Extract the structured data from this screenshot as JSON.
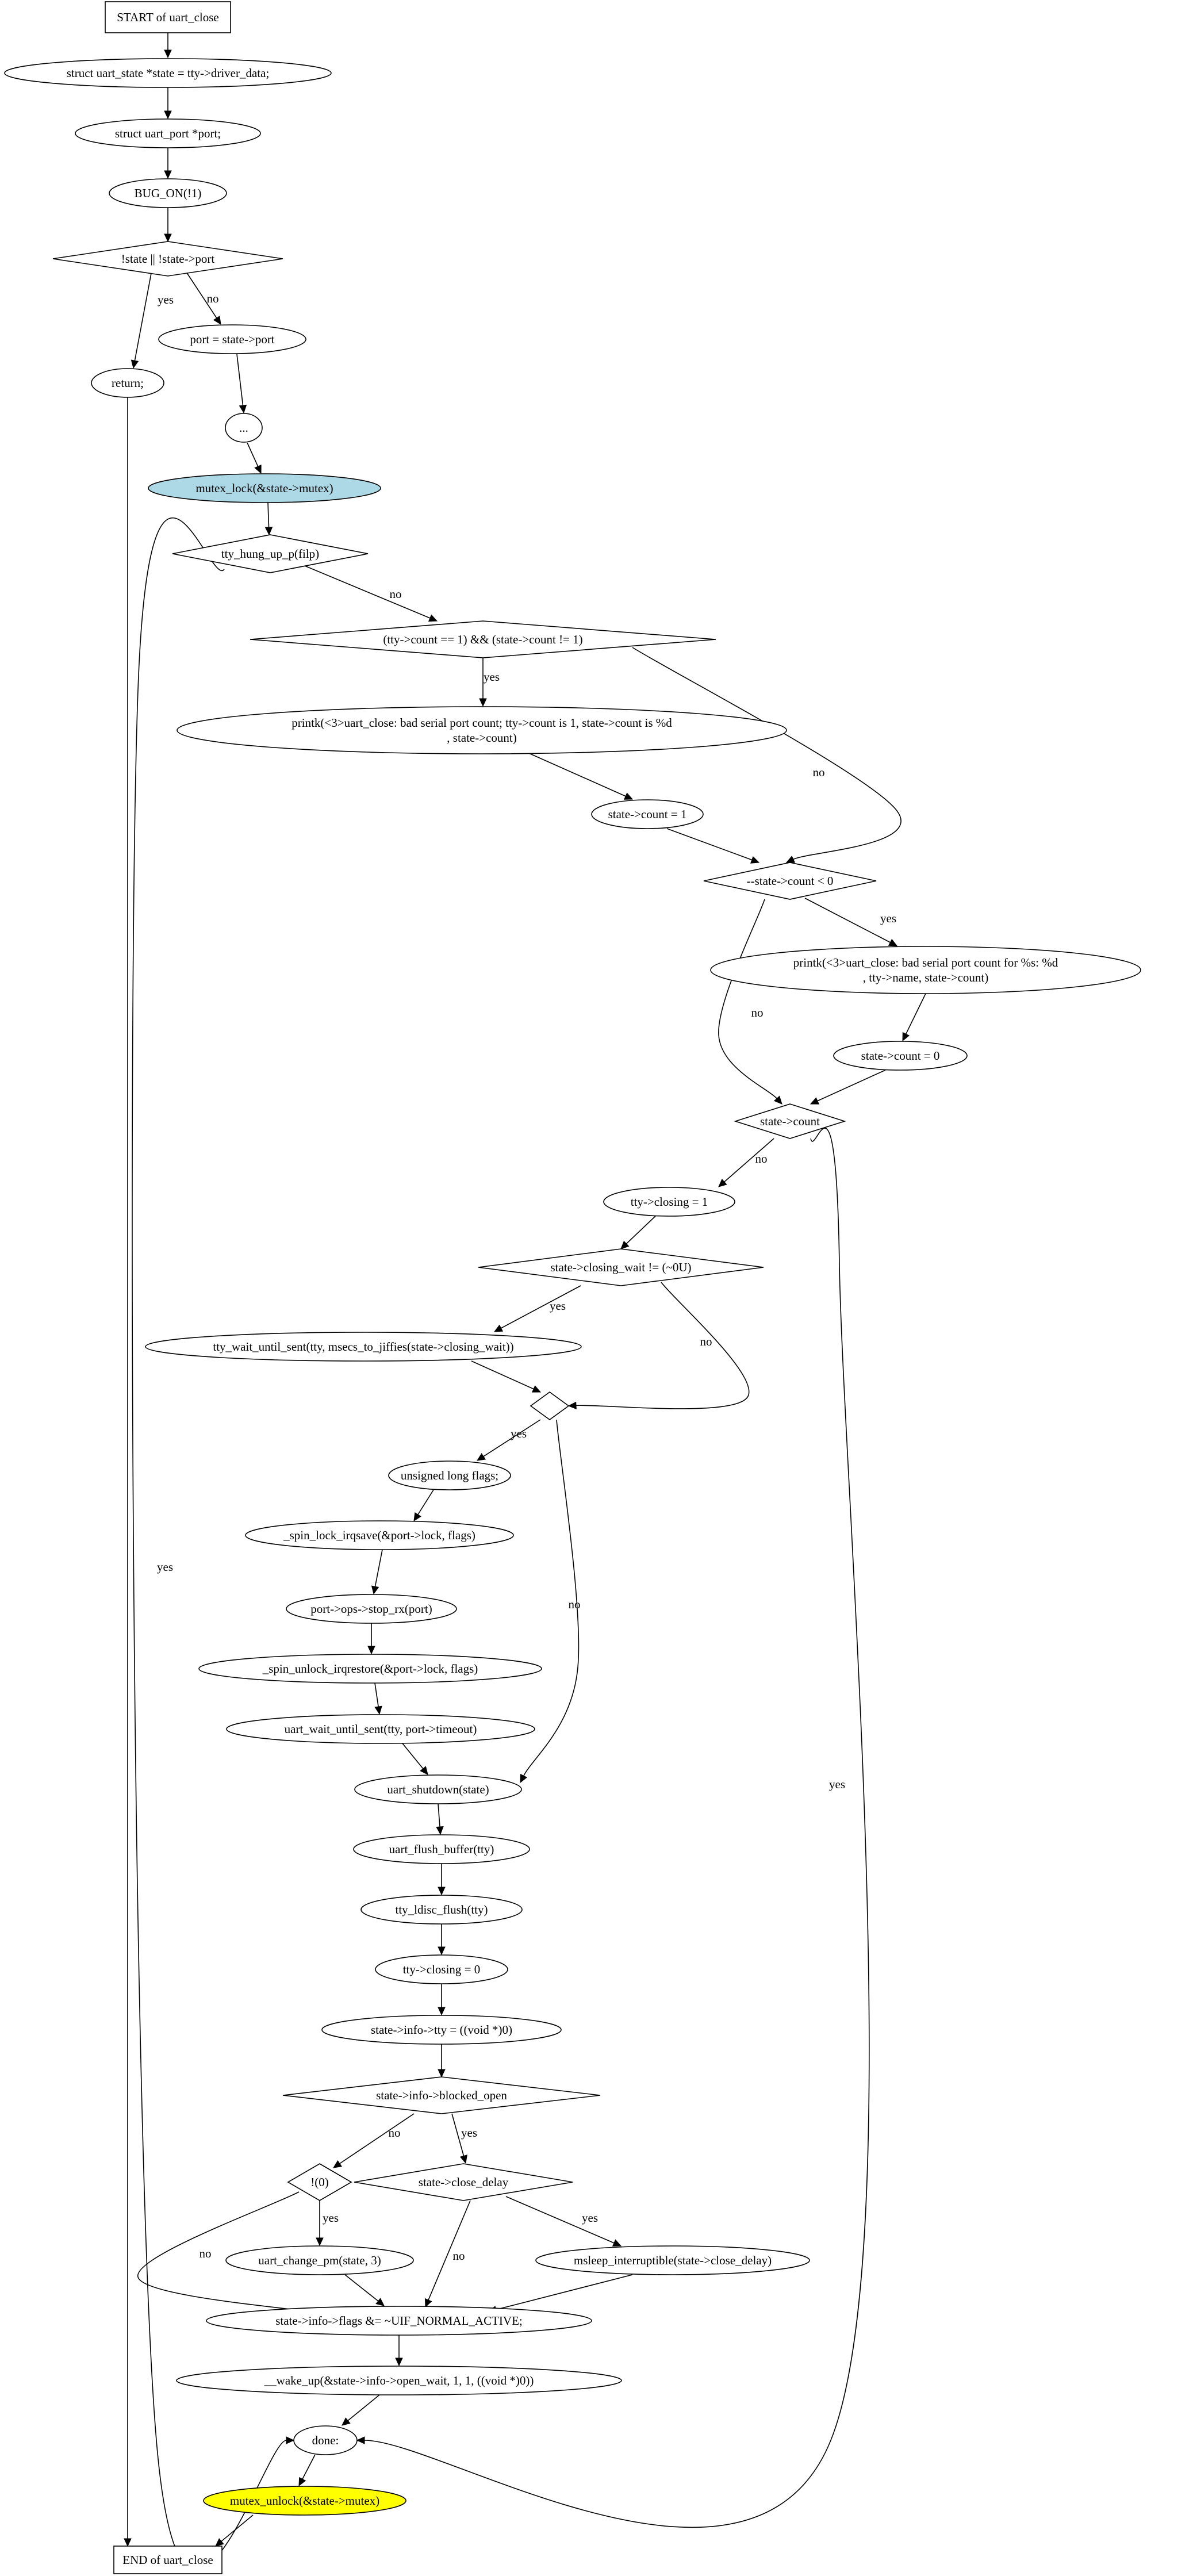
{
  "colors": {
    "mutex_lock": "#add8e6",
    "mutex_unlock": "#ffff00"
  },
  "nodes": [
    {
      "id": "start",
      "shape": "box",
      "lines": [
        "START of uart_close"
      ]
    },
    {
      "id": "n1",
      "shape": "ellipse",
      "lines": [
        "struct uart_state *state = tty->driver_data;"
      ]
    },
    {
      "id": "n2",
      "shape": "ellipse",
      "lines": [
        "struct uart_port *port;"
      ]
    },
    {
      "id": "n3",
      "shape": "ellipse",
      "lines": [
        "BUG_ON(!1)"
      ]
    },
    {
      "id": "d1",
      "shape": "diamond",
      "lines": [
        "!state || !state->port"
      ]
    },
    {
      "id": "ret",
      "shape": "ellipse",
      "lines": [
        "return;"
      ]
    },
    {
      "id": "n4",
      "shape": "ellipse",
      "lines": [
        "port = state->port"
      ]
    },
    {
      "id": "n5",
      "shape": "ellipse",
      "lines": [
        "..."
      ]
    },
    {
      "id": "lock",
      "shape": "ellipse",
      "fill": "mutex_lock",
      "lines": [
        "mutex_lock(&state->mutex)"
      ]
    },
    {
      "id": "d2",
      "shape": "diamond",
      "lines": [
        "tty_hung_up_p(filp)"
      ]
    },
    {
      "id": "d3",
      "shape": "diamond",
      "lines": [
        "(tty->count == 1) && (state->count != 1)"
      ]
    },
    {
      "id": "p1",
      "shape": "ellipse",
      "lines": [
        "printk(<3>uart_close: bad serial port count; tty->count is 1, state->count is %d",
        ", state->count)"
      ]
    },
    {
      "id": "n6",
      "shape": "ellipse",
      "lines": [
        "state->count = 1"
      ]
    },
    {
      "id": "d4",
      "shape": "diamond",
      "lines": [
        "--state->count < 0"
      ]
    },
    {
      "id": "p2",
      "shape": "ellipse",
      "lines": [
        "printk(<3>uart_close: bad serial port count for %s: %d",
        ", tty->name, state->count)"
      ]
    },
    {
      "id": "n7",
      "shape": "ellipse",
      "lines": [
        "state->count = 0"
      ]
    },
    {
      "id": "d5",
      "shape": "diamond",
      "lines": [
        "state->count"
      ]
    },
    {
      "id": "n8",
      "shape": "ellipse",
      "lines": [
        "tty->closing = 1"
      ]
    },
    {
      "id": "d6",
      "shape": "diamond",
      "lines": [
        "state->closing_wait != (~0U)"
      ]
    },
    {
      "id": "n9",
      "shape": "ellipse",
      "lines": [
        "tty_wait_until_sent(tty, msecs_to_jiffies(state->closing_wait))"
      ]
    },
    {
      "id": "d7",
      "shape": "diamond",
      "lines": [
        ""
      ]
    },
    {
      "id": "n10",
      "shape": "ellipse",
      "lines": [
        "unsigned long flags;"
      ]
    },
    {
      "id": "n11",
      "shape": "ellipse",
      "lines": [
        "_spin_lock_irqsave(&port->lock, flags)"
      ]
    },
    {
      "id": "n12",
      "shape": "ellipse",
      "lines": [
        "port->ops->stop_rx(port)"
      ]
    },
    {
      "id": "n13",
      "shape": "ellipse",
      "lines": [
        "_spin_unlock_irqrestore(&port->lock, flags)"
      ]
    },
    {
      "id": "n14",
      "shape": "ellipse",
      "lines": [
        "uart_wait_until_sent(tty, port->timeout)"
      ]
    },
    {
      "id": "n15",
      "shape": "ellipse",
      "lines": [
        "uart_shutdown(state)"
      ]
    },
    {
      "id": "n16",
      "shape": "ellipse",
      "lines": [
        "uart_flush_buffer(tty)"
      ]
    },
    {
      "id": "n17",
      "shape": "ellipse",
      "lines": [
        "tty_ldisc_flush(tty)"
      ]
    },
    {
      "id": "n18",
      "shape": "ellipse",
      "lines": [
        "tty->closing = 0"
      ]
    },
    {
      "id": "n19",
      "shape": "ellipse",
      "lines": [
        "state->info->tty = ((void *)0)"
      ]
    },
    {
      "id": "d8",
      "shape": "diamond",
      "lines": [
        "state->info->blocked_open"
      ]
    },
    {
      "id": "d9",
      "shape": "diamond",
      "lines": [
        "!(0)"
      ]
    },
    {
      "id": "d10",
      "shape": "diamond",
      "lines": [
        "state->close_delay"
      ]
    },
    {
      "id": "n20",
      "shape": "ellipse",
      "lines": [
        "uart_change_pm(state, 3)"
      ]
    },
    {
      "id": "n21",
      "shape": "ellipse",
      "lines": [
        "msleep_interruptible(state->close_delay)"
      ]
    },
    {
      "id": "n22",
      "shape": "ellipse",
      "lines": [
        "state->info->flags &= ~UIF_NORMAL_ACTIVE;"
      ]
    },
    {
      "id": "n23",
      "shape": "ellipse",
      "lines": [
        "__wake_up(&state->info->open_wait, 1, 1, ((void *)0))"
      ]
    },
    {
      "id": "done",
      "shape": "ellipse",
      "lines": [
        "done:"
      ]
    },
    {
      "id": "unlock",
      "shape": "ellipse",
      "fill": "mutex_unlock",
      "lines": [
        "mutex_unlock(&state->mutex)"
      ]
    },
    {
      "id": "end",
      "shape": "box",
      "lines": [
        "END of uart_close"
      ]
    }
  ],
  "edges": [
    {
      "from": "start",
      "to": "n1",
      "label": ""
    },
    {
      "from": "n1",
      "to": "n2",
      "label": ""
    },
    {
      "from": "n2",
      "to": "n3",
      "label": ""
    },
    {
      "from": "n3",
      "to": "d1",
      "label": ""
    },
    {
      "from": "d1",
      "to": "ret",
      "label": "yes"
    },
    {
      "from": "d1",
      "to": "n4",
      "label": "no"
    },
    {
      "from": "n4",
      "to": "n5",
      "label": ""
    },
    {
      "from": "n5",
      "to": "lock",
      "label": ""
    },
    {
      "from": "lock",
      "to": "d2",
      "label": ""
    },
    {
      "from": "d2",
      "to": "d3",
      "label": "no"
    },
    {
      "from": "d2",
      "to": "done",
      "label": "yes"
    },
    {
      "from": "d3",
      "to": "p1",
      "label": "yes"
    },
    {
      "from": "d3",
      "to": "d4",
      "label": "no"
    },
    {
      "from": "p1",
      "to": "n6",
      "label": ""
    },
    {
      "from": "n6",
      "to": "d4",
      "label": ""
    },
    {
      "from": "d4",
      "to": "p2",
      "label": "yes"
    },
    {
      "from": "d4",
      "to": "d5",
      "label": "no"
    },
    {
      "from": "p2",
      "to": "n7",
      "label": ""
    },
    {
      "from": "n7",
      "to": "d5",
      "label": ""
    },
    {
      "from": "d5",
      "to": "n8",
      "label": "no"
    },
    {
      "from": "d5",
      "to": "done",
      "label": "yes"
    },
    {
      "from": "n8",
      "to": "d6",
      "label": ""
    },
    {
      "from": "d6",
      "to": "n9",
      "label": "yes"
    },
    {
      "from": "d6",
      "to": "d7",
      "label": "no"
    },
    {
      "from": "n9",
      "to": "d7",
      "label": ""
    },
    {
      "from": "d7",
      "to": "n10",
      "label": "yes"
    },
    {
      "from": "d7",
      "to": "n15",
      "label": "no"
    },
    {
      "from": "n10",
      "to": "n11",
      "label": ""
    },
    {
      "from": "n11",
      "to": "n12",
      "label": ""
    },
    {
      "from": "n12",
      "to": "n13",
      "label": ""
    },
    {
      "from": "n13",
      "to": "n14",
      "label": ""
    },
    {
      "from": "n14",
      "to": "n15",
      "label": ""
    },
    {
      "from": "n15",
      "to": "n16",
      "label": ""
    },
    {
      "from": "n16",
      "to": "n17",
      "label": ""
    },
    {
      "from": "n17",
      "to": "n18",
      "label": ""
    },
    {
      "from": "n18",
      "to": "n19",
      "label": ""
    },
    {
      "from": "n19",
      "to": "d8",
      "label": ""
    },
    {
      "from": "d8",
      "to": "d9",
      "label": "no"
    },
    {
      "from": "d8",
      "to": "d10",
      "label": "yes"
    },
    {
      "from": "d9",
      "to": "n20",
      "label": "yes"
    },
    {
      "from": "d9",
      "to": "n22",
      "label": "no"
    },
    {
      "from": "d10",
      "to": "n21",
      "label": "yes"
    },
    {
      "from": "d10",
      "to": "n22",
      "label": "no"
    },
    {
      "from": "n20",
      "to": "n22",
      "label": ""
    },
    {
      "from": "n21",
      "to": "n22",
      "label": ""
    },
    {
      "from": "n22",
      "to": "n23",
      "label": ""
    },
    {
      "from": "n23",
      "to": "done",
      "label": ""
    },
    {
      "from": "ret",
      "to": "end",
      "label": ""
    },
    {
      "from": "done",
      "to": "unlock",
      "label": ""
    },
    {
      "from": "unlock",
      "to": "end",
      "label": ""
    }
  ]
}
